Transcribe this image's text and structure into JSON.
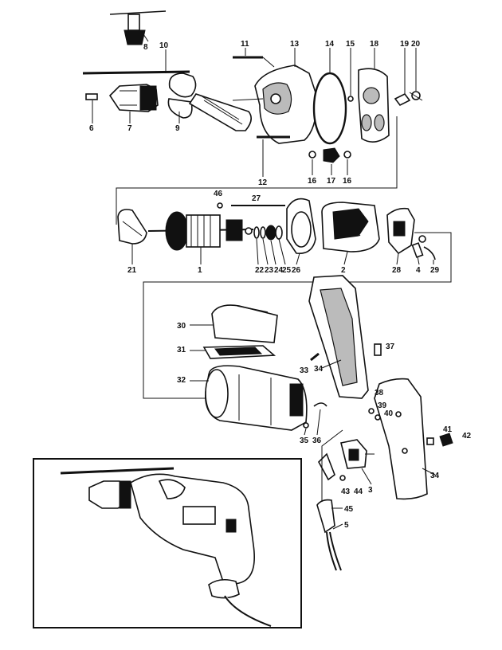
{
  "diagram": {
    "labels": {
      "l1": "1",
      "l2": "2",
      "l3": "3",
      "l4": "4",
      "l5": "5",
      "l6": "6",
      "l7": "7",
      "l8": "8",
      "l9": "9",
      "l10": "10",
      "l11": "11",
      "l12": "12",
      "l13": "13",
      "l14": "14",
      "l15": "15",
      "l16a": "16",
      "l16b": "16",
      "l17": "17",
      "l18": "18",
      "l19": "19",
      "l20": "20",
      "l21": "21",
      "l22": "22",
      "l23": "23",
      "l24": "24",
      "l25": "25",
      "l26": "26",
      "l27": "27",
      "l28": "28",
      "l29": "29",
      "l30": "30",
      "l31": "31",
      "l32": "32",
      "l33": "33",
      "l34a": "34",
      "l34b": "34",
      "l35": "35",
      "l36": "36",
      "l37": "37",
      "l38": "38",
      "l39": "39",
      "l40": "40",
      "l41": "41",
      "l42": "42",
      "l43": "43",
      "l44": "44",
      "l45": "45",
      "l46": "46"
    }
  }
}
